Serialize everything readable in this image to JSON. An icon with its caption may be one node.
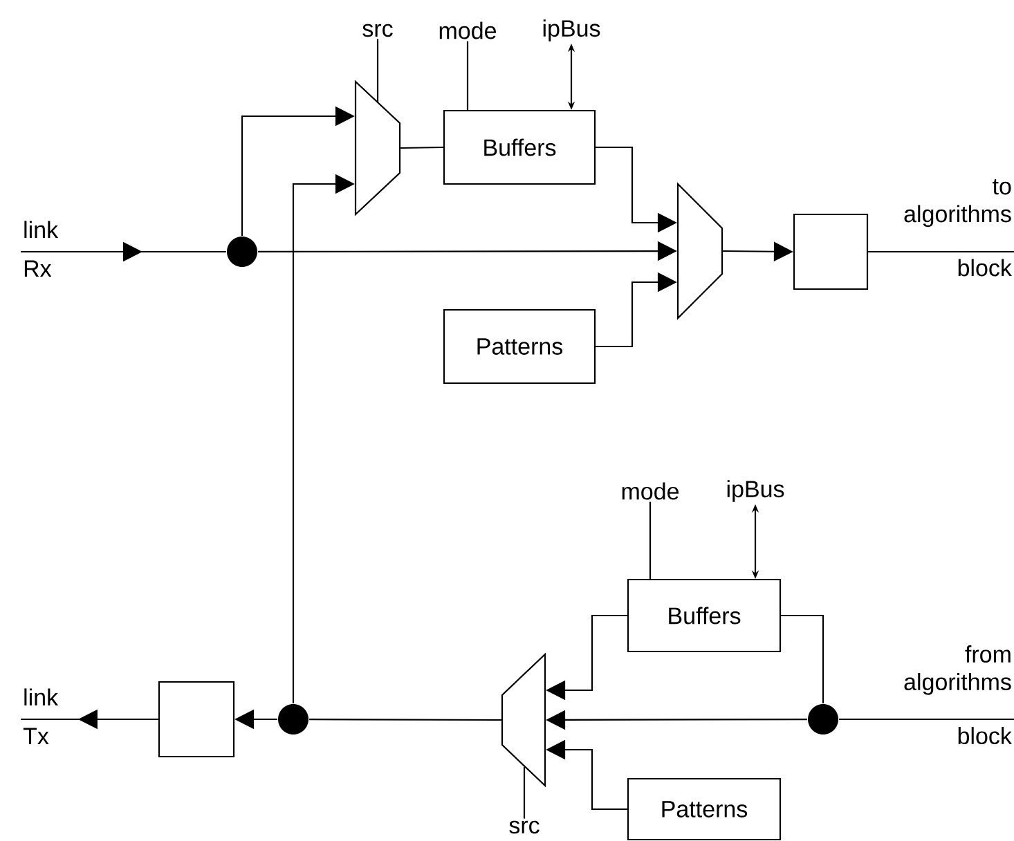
{
  "diagram": {
    "nodes": [
      {
        "text": [
          "link",
          "Rx"
        ]
      },
      {
        "text": [],
        "shape": "circle"
      },
      {
        "text": [],
        "shape": "trapezoid"
      },
      {
        "text": [
          "src"
        ]
      },
      {
        "text": [
          "mode"
        ]
      },
      {
        "text": [
          "ipBus"
        ]
      },
      {
        "text": [
          "Buffers"
        ]
      },
      {
        "text": [
          "Patterns"
        ]
      },
      {
        "text": [],
        "shape": "trapezoid"
      },
      {
        "text": [],
        "shape": "box"
      },
      {
        "text": [
          "to algorithms",
          "block"
        ]
      },
      {
        "text": [
          "mode"
        ]
      },
      {
        "text": [
          "ipBus"
        ]
      },
      {
        "text": [
          "Buffers"
        ]
      },
      {
        "text": [
          "from algorithms",
          "block"
        ]
      },
      {
        "text": [],
        "shape": "circle"
      },
      {
        "text": [],
        "shape": "trapezoid"
      },
      {
        "text": [],
        "shape": "box"
      },
      {
        "text": [],
        "shape": "circle"
      },
      {
        "text": [
          "link",
          "Tx"
        ]
      },
      {
        "text": [
          "Patterns"
        ]
      },
      {
        "text": [
          "src"
        ]
      }
    ],
    "edges": [
      {
        "from": 0,
        "to": 1,
        "arrow": "to"
      },
      {
        "from": 1,
        "to": 2,
        "arrow": "to"
      },
      {
        "from": 1,
        "to": 8,
        "arrow": "to"
      },
      {
        "from": 3,
        "to": 2,
        "arrow": "none"
      },
      {
        "from": 2,
        "to": 6,
        "arrow": "none"
      },
      {
        "from": 4,
        "to": 6,
        "arrow": "none"
      },
      {
        "from": 5,
        "to": 6,
        "arrow": "both"
      },
      {
        "from": 6,
        "to": 8,
        "arrow": "to"
      },
      {
        "from": 7,
        "to": 8,
        "arrow": "to"
      },
      {
        "from": 8,
        "to": 9,
        "arrow": "to"
      },
      {
        "from": 9,
        "to": 10,
        "arrow": "none"
      },
      {
        "from": 18,
        "to": 2,
        "arrow": "to"
      },
      {
        "from": 11,
        "to": 13,
        "arrow": "none"
      },
      {
        "from": 12,
        "to": 13,
        "arrow": "both"
      },
      {
        "from": 14,
        "to": 15,
        "arrow": "none"
      },
      {
        "from": 15,
        "to": 13,
        "arrow": "none"
      },
      {
        "from": 13,
        "to": 16,
        "arrow": "to"
      },
      {
        "from": 15,
        "to": 16,
        "arrow": "to"
      },
      {
        "from": 20,
        "to": 16,
        "arrow": "to"
      },
      {
        "from": 21,
        "to": 16,
        "arrow": "none"
      },
      {
        "from": 16,
        "to": 18,
        "arrow": "none"
      },
      {
        "from": 18,
        "to": 17,
        "arrow": "to"
      },
      {
        "from": 17,
        "to": 19,
        "arrow": "to"
      }
    ]
  }
}
